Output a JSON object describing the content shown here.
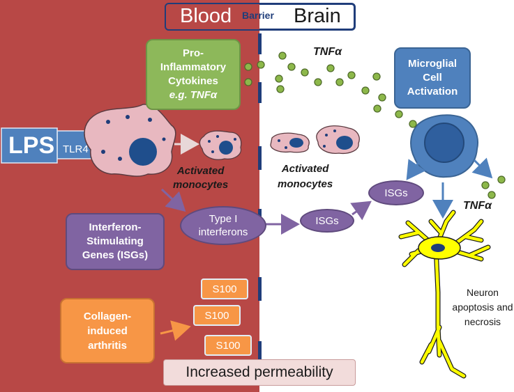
{
  "header": {
    "blood": "Blood",
    "barrier": "Barrier",
    "brain": "Brain"
  },
  "boxes": {
    "lps": "LPS",
    "tlr4": "TLR4",
    "pro_inflammatory_lines": [
      "Pro-",
      "Inflammatory",
      "Cytokines"
    ],
    "pro_inflammatory_example": "e.g. TNFα",
    "microglial_lines": [
      "Microglial",
      "Cell",
      "Activation"
    ],
    "isg_genes_lines": [
      "Interferon-",
      "Stimulating",
      "Genes (ISGs)"
    ],
    "collagen_lines": [
      "Collagen-",
      "induced",
      "arthritis"
    ],
    "s100_1": "S100",
    "s100_2": "S100",
    "s100_3": "S100",
    "increased_permeability": "Increased permeability"
  },
  "ovals": {
    "type1_lines": [
      "Type I",
      "interferons"
    ],
    "isgs_mid": "ISGs",
    "isgs_right": "ISGs"
  },
  "labels": {
    "tnf_top": "TNFα",
    "tnf_right": "TNFα",
    "activated_monocytes_left": [
      "Activated",
      "monocytes"
    ],
    "activated_monocytes_right": [
      "Activated",
      "monocytes"
    ],
    "neuron_lines": [
      "Neuron",
      "apoptosis and",
      "necrosis"
    ]
  },
  "colors": {
    "blood": "#b84846",
    "barrier": "#1f3d7a",
    "green_box": "#8db85a",
    "purple_box": "#8064a2",
    "orange_box": "#f79646",
    "blue_box": "#4f81bd",
    "cell_pink": "#e8b8c0",
    "neuron": "#ffff00",
    "dot_green": "#8db84a"
  }
}
